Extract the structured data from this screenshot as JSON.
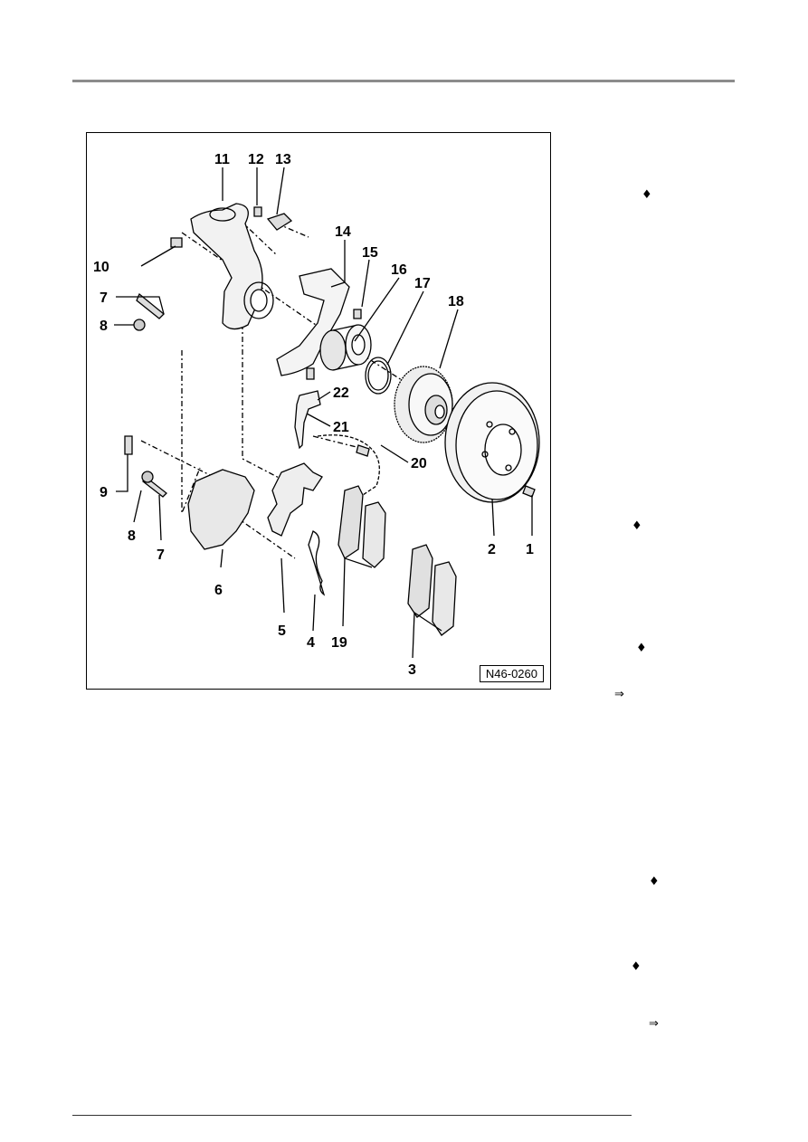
{
  "figure": {
    "reference": "N46-0260",
    "callouts": [
      "1",
      "2",
      "3",
      "4",
      "5",
      "6",
      "7",
      "8",
      "9",
      "10",
      "11",
      "12",
      "13",
      "14",
      "15",
      "16",
      "17",
      "18",
      "19",
      "20",
      "21",
      "22"
    ]
  },
  "side": {
    "bullet": "♦",
    "arrow": "⇒"
  }
}
